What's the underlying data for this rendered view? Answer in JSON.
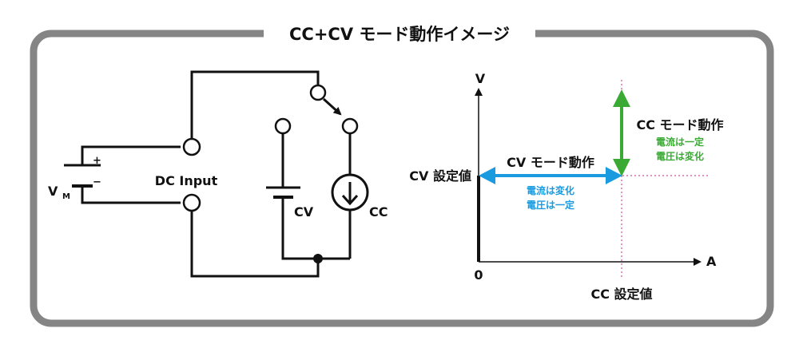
{
  "title": "CC+CV モード動作イメージ",
  "circuit": {
    "source_label": "V",
    "source_subscript": "M",
    "plus_sign": "+",
    "minus_sign": "−",
    "input_label": "DC Input",
    "cv_label": "CV",
    "cc_label": "CC"
  },
  "graph": {
    "y_axis_label": "V",
    "x_axis_label": "A",
    "origin_label": "0",
    "cv_setpoint_label": "CV 設定値",
    "cc_setpoint_label": "CC 設定値",
    "cv_mode": {
      "title": "CV モード動作",
      "line1": "電流は変化",
      "line2": "電圧は一定",
      "color": "#1a9be0"
    },
    "cc_mode": {
      "title": "CC モード動作",
      "line1": "電流は一定",
      "line2": "電圧は変化",
      "color": "#3aaa35"
    },
    "dotted_color": "#d4509a"
  },
  "colors": {
    "frame": "#858585",
    "line": "#111111"
  }
}
